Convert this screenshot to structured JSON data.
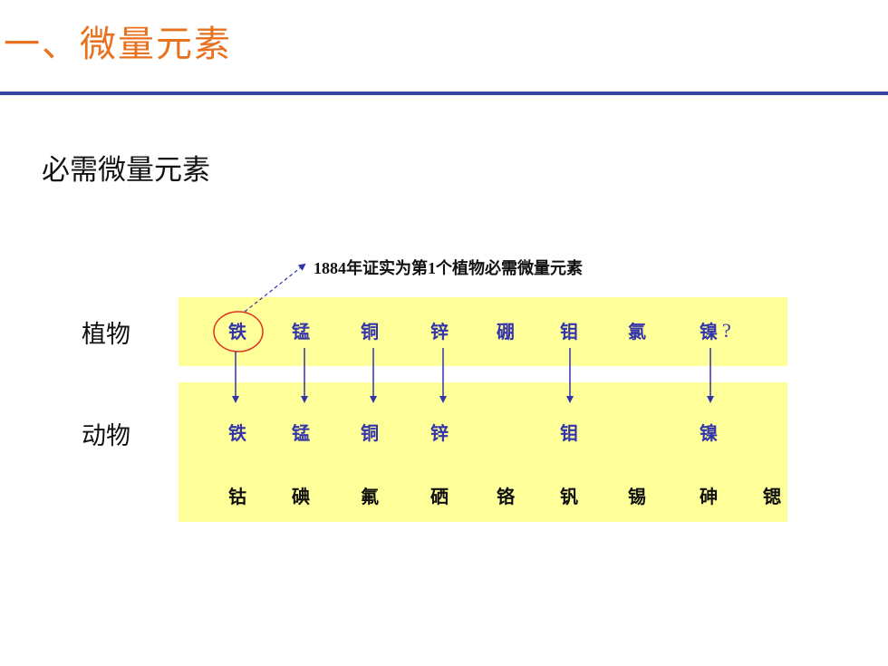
{
  "slide": {
    "title": "一、微量元素",
    "subtitle": "必需微量元素",
    "note": "1884年证实为第1个植物必需微量元素"
  },
  "rows": {
    "plant_label": "植物",
    "animal_label": "动物"
  },
  "plant_elements": [
    "铁",
    "锰",
    "铜",
    "锌",
    "硼",
    "钼",
    "氯",
    "镍"
  ],
  "plant_question": "?",
  "animal_elements": [
    "铁",
    "锰",
    "铜",
    "锌",
    "钼",
    "镍"
  ],
  "extra_elements": [
    "钴",
    "碘",
    "氟",
    "硒",
    "铬",
    "钒",
    "锡",
    "砷",
    "锶"
  ],
  "colors": {
    "title": "#e8711f",
    "rule": "#3344a0",
    "band": "#ffff99",
    "element_blue": "#3333aa",
    "arrow": "#3333aa",
    "highlight_circle": "#dd3322"
  }
}
